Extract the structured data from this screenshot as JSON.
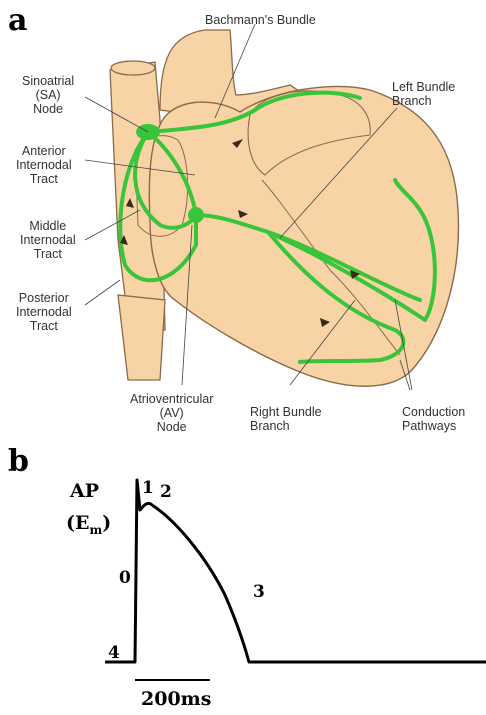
{
  "panels": {
    "a": "a",
    "b": "b"
  },
  "heart_labels": {
    "bachmann": "Bachmann's Bundle",
    "sa_node": "Sinoatrial\n(SA)\nNode",
    "anterior": "Anterior\nInternodal\nTract",
    "middle": "Middle\nInternodal\nTract",
    "posterior": "Posterior\nInternodal\nTract",
    "av_node": "Atrioventricular\n(AV)\nNode",
    "right_bundle": "Right Bundle\nBranch",
    "left_bundle": "Left Bundle\nBranch",
    "conduction": "Conduction\nPathways"
  },
  "action_potential": {
    "axis_label_ap": "AP",
    "axis_label_em_open": "(E",
    "axis_label_em_sub": "m",
    "axis_label_em_close": ")",
    "phases": [
      "0",
      "1",
      "2",
      "3",
      "4"
    ],
    "scale_bar_label": "200ms"
  },
  "colors": {
    "heart_fill": "#f7d3a6",
    "heart_stroke": "#8a6a4a",
    "conduction_green": "#39c53a",
    "trace": "#000000"
  }
}
